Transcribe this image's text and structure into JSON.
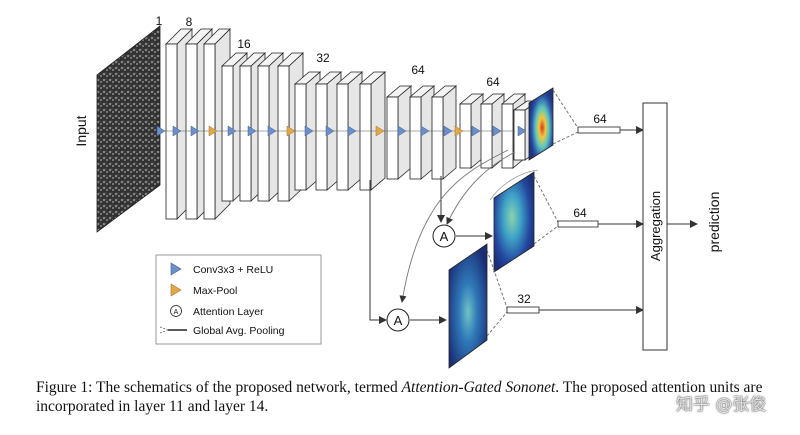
{
  "diagram": {
    "input_label": "Input",
    "channel_labels": [
      "1",
      "8",
      "16",
      "32",
      "64",
      "64"
    ],
    "branch_labels": [
      "64",
      "64",
      "32"
    ],
    "attention_symbol": "A",
    "aggregation_label": "Aggregation",
    "output_label": "prediction",
    "legend": {
      "items": [
        {
          "label": "Conv3x3 + ReLU",
          "symbol": "blue-triangle",
          "color": "#6b8fc6"
        },
        {
          "label": "Max-Pool",
          "symbol": "orange-triangle",
          "color": "#e0a84a"
        },
        {
          "label": "Attention Layer",
          "symbol": "attention-circle"
        },
        {
          "label": "Global Avg. Pooling",
          "symbol": "gap-line"
        }
      ]
    },
    "colors": {
      "conv": "#6b8fc6",
      "pool": "#e0a84a",
      "heat_bg": "#203d8c"
    }
  },
  "caption": {
    "prefix": "Figure 1: The schematics of the proposed network, termed ",
    "title": "Attention-Gated Sononet",
    "suffix": ". The proposed attention units are incorporated in layer 11 and layer 14."
  },
  "watermark": "知乎 @张俊"
}
